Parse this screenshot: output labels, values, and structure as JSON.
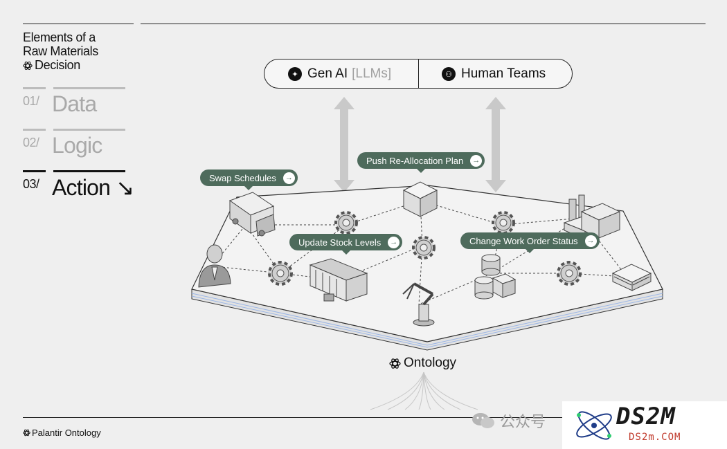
{
  "header": {
    "title_lines": [
      "Elements of a",
      "Raw Materials",
      "Decision"
    ]
  },
  "steps": [
    {
      "num": "01/",
      "label": "Data",
      "active": false
    },
    {
      "num": "02/",
      "label": "Logic",
      "active": false
    },
    {
      "num": "03/",
      "label": "Action ↘",
      "active": true
    }
  ],
  "actors": {
    "gen_ai": "Gen AI",
    "gen_ai_sub": "[LLMs]",
    "human_teams": "Human Teams"
  },
  "actions": {
    "swap": "Swap Schedules",
    "push": "Push Re-Allocation Plan",
    "update": "Update Stock Levels",
    "change": "Change Work Order Status"
  },
  "ontology_label": "Ontology",
  "footer": "Palantir Ontology",
  "watermark": {
    "text": "公众号",
    "logo_big": "DS2M",
    "logo_small": "DS2m.COM"
  },
  "icons": {
    "molecule": "atom-icon",
    "gen_ai": "sparkle-icon",
    "human": "people-icon",
    "arrow": "arrow-right-icon"
  }
}
